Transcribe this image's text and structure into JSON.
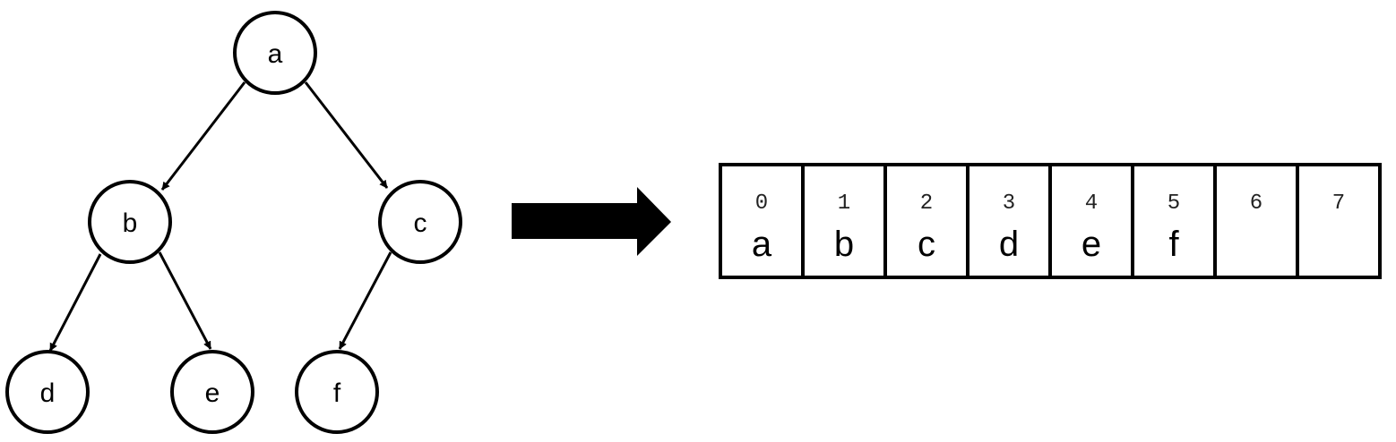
{
  "tree": {
    "nodes": [
      {
        "id": "a",
        "label": "a"
      },
      {
        "id": "b",
        "label": "b"
      },
      {
        "id": "c",
        "label": "c"
      },
      {
        "id": "d",
        "label": "d"
      },
      {
        "id": "e",
        "label": "e"
      },
      {
        "id": "f",
        "label": "f"
      }
    ],
    "edges": [
      {
        "from": "a",
        "to": "b"
      },
      {
        "from": "a",
        "to": "c"
      },
      {
        "from": "b",
        "to": "d"
      },
      {
        "from": "b",
        "to": "e"
      },
      {
        "from": "c",
        "to": "f"
      }
    ]
  },
  "array": {
    "cells": [
      {
        "index": "0",
        "value": "a"
      },
      {
        "index": "1",
        "value": "b"
      },
      {
        "index": "2",
        "value": "c"
      },
      {
        "index": "3",
        "value": "d"
      },
      {
        "index": "4",
        "value": "e"
      },
      {
        "index": "5",
        "value": "f"
      },
      {
        "index": "6",
        "value": ""
      },
      {
        "index": "7",
        "value": ""
      }
    ]
  },
  "colors": {
    "stroke": "#000000",
    "background": "#ffffff"
  }
}
